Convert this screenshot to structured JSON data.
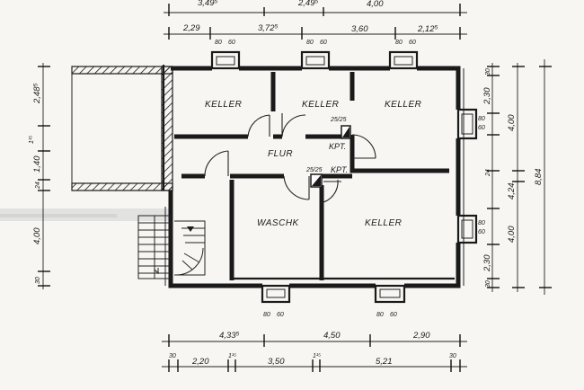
{
  "rooms": {
    "keller_1": "KELLER",
    "keller_2": "KELLER",
    "keller_3": "KELLER",
    "flur": "FLUR",
    "waschk": "WASCHK",
    "keller_4": "KELLER"
  },
  "markers": {
    "kpt_1": "KPT.",
    "kpt_2": "KPT.",
    "size_1": "25/25",
    "size_2": "25/25"
  },
  "dims_top": {
    "row1": [
      "3,49⁵",
      "2,49⁵",
      "4,00"
    ],
    "row2": [
      "2,29",
      "3,72⁵",
      "3,60",
      "2,12⁵"
    ],
    "window_1": [
      "80",
      "60"
    ],
    "window_2": [
      "80",
      "60"
    ],
    "window_3": [
      "80",
      "60"
    ]
  },
  "dims_bottom": {
    "row1": [
      "4,33⁵",
      "4,50",
      "2,90"
    ],
    "row2": [
      "30",
      "2,20",
      "1¹⁵",
      "3,50",
      "1¹⁵",
      "5,21",
      "30"
    ],
    "window_1": [
      "80",
      "60"
    ],
    "window_2": [
      "80",
      "60"
    ]
  },
  "dims_left": [
    "2,48⁵",
    "1¹⁵",
    "1,40",
    "24",
    "4,00",
    "30"
  ],
  "dims_right": {
    "inner": [
      "30",
      "2,30",
      "80",
      "60",
      "24",
      "80",
      "60",
      "2,30",
      "30"
    ],
    "middle": [
      "4,00",
      "4,24",
      "4,00"
    ],
    "outer": "8,84"
  }
}
